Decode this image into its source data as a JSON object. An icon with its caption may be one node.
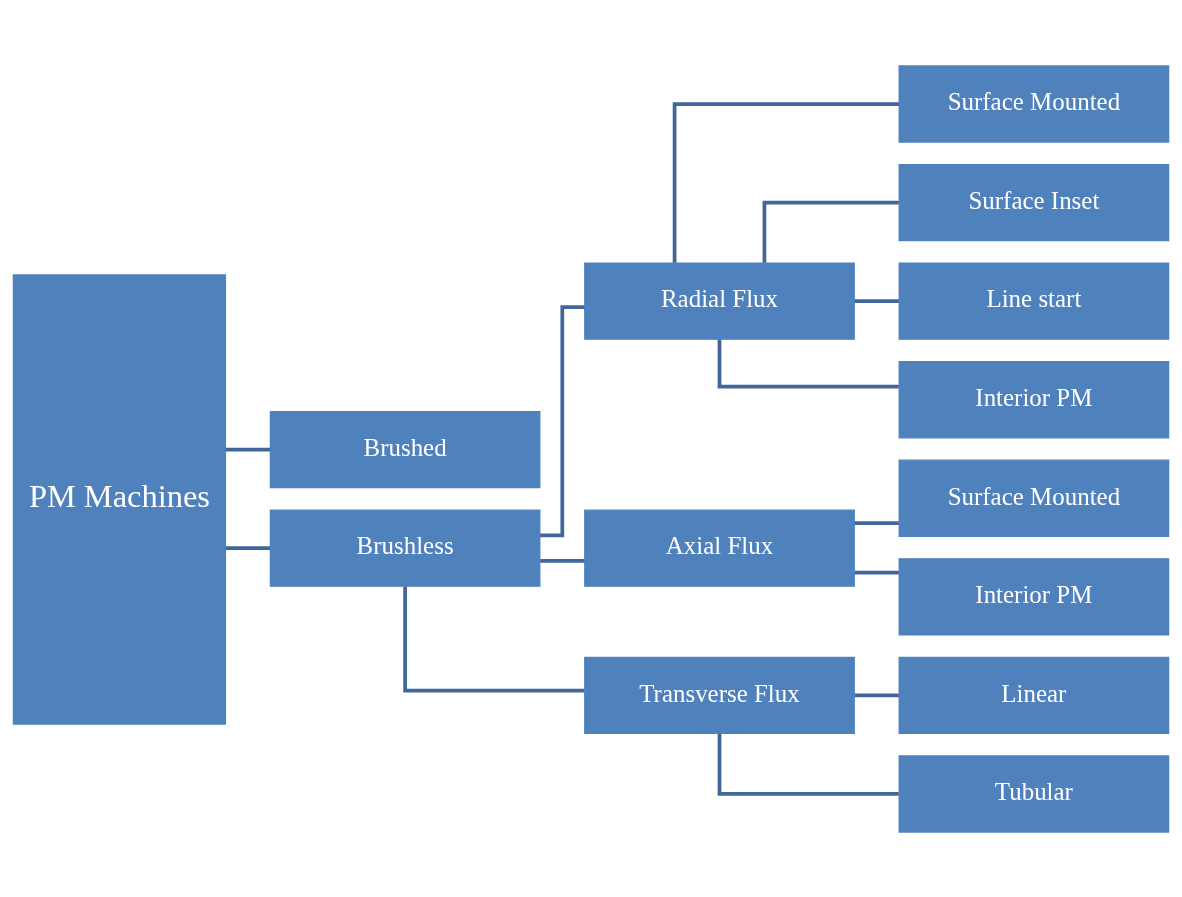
{
  "diagram": {
    "nodes": [
      {
        "text": [
          "PM Machines"
        ]
      },
      {
        "text": [
          "Brushed"
        ]
      },
      {
        "text": [
          "Brushless"
        ]
      },
      {
        "text": [
          "Radial Flux"
        ]
      },
      {
        "text": [
          "Axial Flux"
        ]
      },
      {
        "text": [
          "Transverse Flux"
        ]
      },
      {
        "text": [
          "Surface Mounted"
        ]
      },
      {
        "text": [
          "Surface Inset"
        ]
      },
      {
        "text": [
          "Line start"
        ]
      },
      {
        "text": [
          "Interior PM"
        ]
      },
      {
        "text": [
          "Surface Mounted"
        ]
      },
      {
        "text": [
          "Interior PM"
        ]
      },
      {
        "text": [
          "Linear"
        ]
      },
      {
        "text": [
          "Tubular"
        ]
      }
    ],
    "edges": [
      {
        "from": 0,
        "to": 1,
        "arrow": "none"
      },
      {
        "from": 0,
        "to": 2,
        "arrow": "none"
      },
      {
        "from": 2,
        "to": 3,
        "arrow": "none"
      },
      {
        "from": 2,
        "to": 4,
        "arrow": "none"
      },
      {
        "from": 2,
        "to": 5,
        "arrow": "none"
      },
      {
        "from": 3,
        "to": 6,
        "arrow": "none"
      },
      {
        "from": 3,
        "to": 7,
        "arrow": "none"
      },
      {
        "from": 3,
        "to": 8,
        "arrow": "none"
      },
      {
        "from": 3,
        "to": 9,
        "arrow": "none"
      },
      {
        "from": 4,
        "to": 10,
        "arrow": "none"
      },
      {
        "from": 4,
        "to": 11,
        "arrow": "none"
      },
      {
        "from": 5,
        "to": 12,
        "arrow": "none"
      },
      {
        "from": 5,
        "to": 13,
        "arrow": "none"
      }
    ]
  }
}
